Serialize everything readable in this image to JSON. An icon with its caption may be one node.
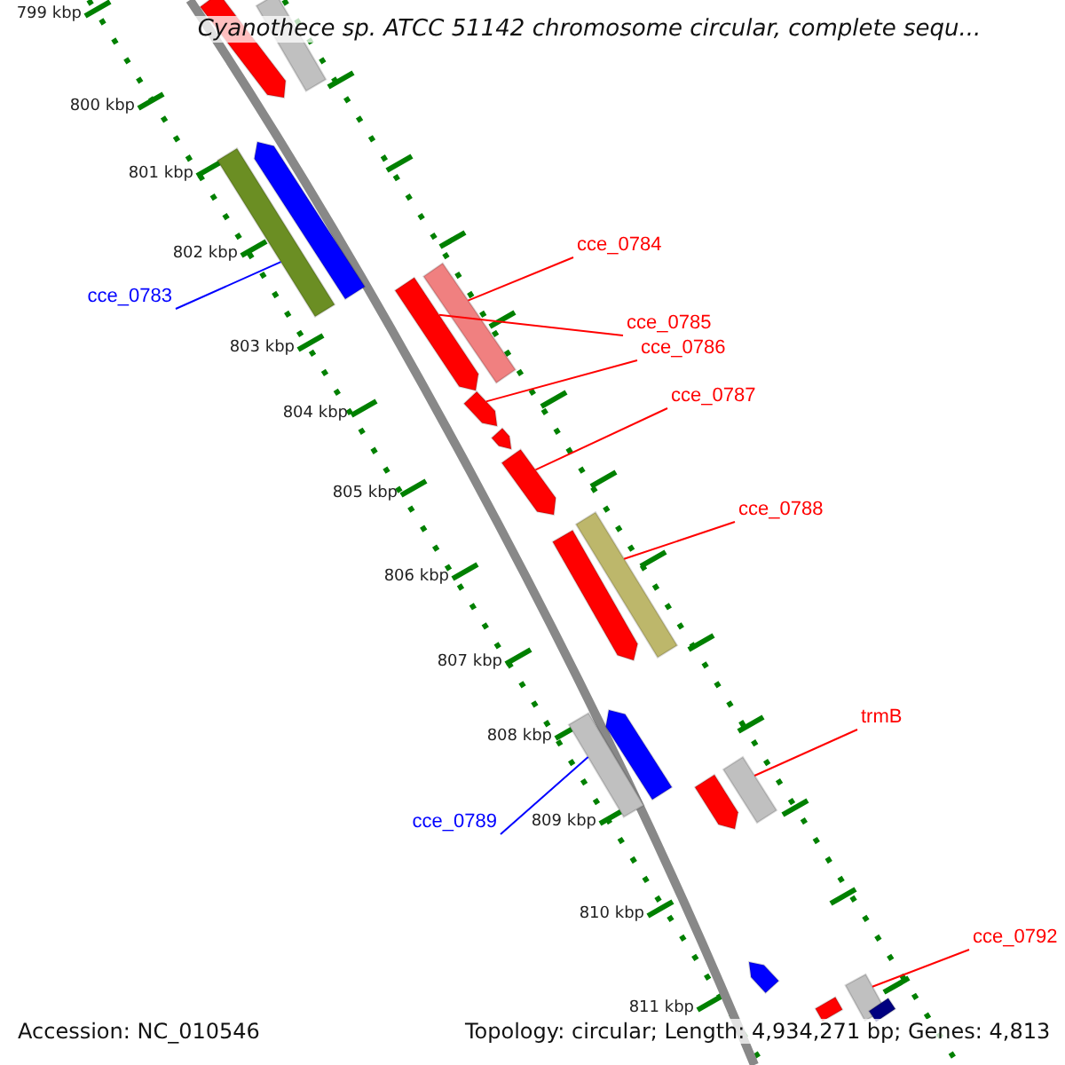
{
  "diagram": {
    "title": "Cyanothece sp. ATCC 51142 chromosome circular, complete sequ...",
    "nodes": [
      {
        "text": [
          "cce_0784"
        ]
      },
      {
        "text": [
          "cce_0783"
        ]
      },
      {
        "text": [
          "cce_0785"
        ]
      },
      {
        "text": [
          "cce_0786"
        ]
      },
      {
        "text": [
          "cce_0787"
        ]
      },
      {
        "text": [
          "cce_0788"
        ]
      },
      {
        "text": [
          "trmB"
        ]
      },
      {
        "text": [
          "cce_0789"
        ]
      },
      {
        "text": [
          "cce_0792"
        ]
      },
      {
        "text": [],
        "shape": "bar"
      },
      {
        "text": [],
        "shape": "bar"
      },
      {
        "text": [],
        "shape": "bar"
      },
      {
        "text": [],
        "shape": "bar"
      },
      {
        "text": [],
        "shape": "bar"
      },
      {
        "text": [],
        "shape": "bar"
      },
      {
        "text": [],
        "shape": "bar"
      },
      {
        "text": [],
        "shape": "bar"
      },
      {
        "text": [],
        "shape": "bar"
      },
      {
        "text": [],
        "shape": "bar"
      },
      {
        "text": [],
        "shape": "bar"
      },
      {
        "text": [],
        "shape": "bar"
      },
      {
        "text": [],
        "shape": "bar"
      },
      {
        "text": [],
        "shape": "bar"
      },
      {
        "text": [],
        "shape": "bar"
      },
      {
        "text": [],
        "shape": "bar"
      },
      {
        "text": [],
        "shape": "bar"
      },
      {
        "text": [],
        "shape": "bar"
      },
      {
        "text": [],
        "shape": "bar"
      }
    ],
    "edges": [
      {
        "from": 0,
        "to": 14,
        "arrow": "none"
      },
      {
        "from": 1,
        "to": 12,
        "arrow": "none",
        "color": "#0000ff"
      },
      {
        "from": 2,
        "to": 13,
        "arrow": "none"
      },
      {
        "from": 3,
        "to": 15,
        "arrow": "none"
      },
      {
        "from": 4,
        "to": 17,
        "arrow": "none"
      },
      {
        "from": 5,
        "to": 19,
        "arrow": "none"
      },
      {
        "from": 6,
        "to": 23,
        "arrow": "none"
      },
      {
        "from": 7,
        "to": 20,
        "arrow": "none",
        "color": "#0000ff"
      },
      {
        "from": 8,
        "to": 26,
        "arrow": "none"
      }
    ],
    "labels": [
      "799 kbp",
      "800 kbp",
      "801 kbp",
      "802 kbp",
      "803 kbp",
      "804 kbp",
      "805 kbp",
      "806 kbp",
      "807 kbp",
      "808 kbp",
      "809 kbp",
      "810 kbp",
      "811 kbp",
      "Accession: NC_010546",
      "Topology: circular; Length: 4,934,271 bp; Genes: 4,813"
    ]
  }
}
